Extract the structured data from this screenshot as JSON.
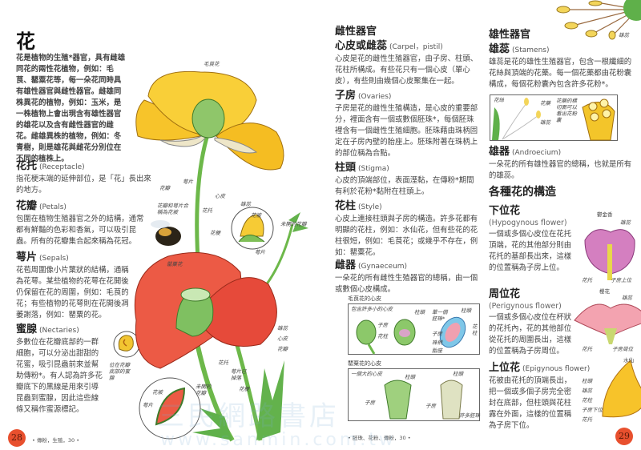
{
  "left_page": {
    "title": "花",
    "intro": "花是植物的生殖*器官，具有雌雄同花的兩性花植物，例如：毛茛、罌粟花等，每一朵花同時具有雄性器官與雌性器官。雌雄同株異花的植物，例如：玉米，是一株植物上會出現含有雄性器官的雄花以及含有雌性器官的雌花。雌雄異株的植物，例如：冬青樹，則是雄花與雌花分別位在不同的植株上。",
    "sections": [
      {
        "title": "花托",
        "en": "(Receptacle)",
        "text": "指花梗末端的延伸部位，是「花」長出來的地方。"
      },
      {
        "title": "花瓣",
        "en": "(Petals)",
        "text": "包圍在植物生殖器官之外的結構，通常都有鮮豔的色彩和香氣，可以吸引昆蟲。所有的花瓣集合起來稱為花冠。"
      },
      {
        "title": "萼片",
        "en": "(Sepals)",
        "text": "花苞周圍像小片葉狀的結構，通稱為花萼。某些植物的花萼在花開後仍保留在花的周圍，例如：毛茛的花；有些植物的花萼則在花開後凋萎謝落，例如：罌粟的花。"
      },
      {
        "title": "蜜腺",
        "en": "(Nectaries)",
        "text": "多數位在花瓣底部的一群細胞，可以分泌出甜甜的花蜜，吸引昆蟲前來並幫助傳粉*。有人認為許多花瓣底下的黑線是用來引導昆蟲到蜜腺，因此這些線條又稱作蜜源標記。"
      }
    ],
    "nectary_caption": "位在花瓣底部的蜜腺",
    "page_number": "28",
    "footnote": "• 傳粉，生殖，30 •"
  },
  "illustration": {
    "buttercup_title": "毛茛花",
    "poppy_title": "罌粟花",
    "buttercup_labels": [
      "花瓣",
      "萼片",
      "花托",
      "心皮",
      "雄蕊",
      "花瓣和萼片合稱為花被",
      "花梗",
      "花被",
      "未開的花瓣",
      "萼片"
    ],
    "poppy_labels": [
      "雄蕊",
      "心皮",
      "花瓣",
      "花托",
      "萼片已掉落",
      "花梗",
      "未開的花瓣",
      "花被",
      "萼片"
    ]
  },
  "right_page": {
    "female_title": "雌性器官",
    "female_sections": [
      {
        "title": "心皮或雌蕊",
        "en": "(Carpel，pistil)",
        "text": "心皮是花的雌性生殖器官，由子房、柱頭、花柱所構成。有些花只有一個心皮（單心皮），有些則由幾個心皮聚集在一起。"
      },
      {
        "title": "子房",
        "en": "(Ovaries)",
        "text": "子房是花的雌性生殖構造，是心皮的重要部分，裡面含有一個或數個胚珠*，每個胚珠裡含有一個雌性生殖細胞。胚珠藉由珠柄固定在子房內壁的胎座上。胚珠附著在珠柄上的部位稱為合點。"
      },
      {
        "title": "柱頭",
        "en": "(Stigma)",
        "text": "心皮的頂端部位，表面溼黏，在傳粉*期間有利於花粉*黏附在柱頭上。"
      },
      {
        "title": "花柱",
        "en": "(Style)",
        "text": "心皮上連接柱頭與子房的構造。許多花都有明顯的花柱，例如：水仙花，但有些花的花柱很短，例如：毛茛花；或幾乎不存在，例如：罌粟花。"
      },
      {
        "title": "雌器",
        "en": "(Gynaeceum)",
        "text": "一朵花的所有雌性生殖器官的總稱，由一個或數個心皮構成。"
      }
    ],
    "buttercup_carpel": {
      "title": "毛茛花的心皮",
      "subtitle": "包含許多小的心皮",
      "labels": [
        "子房",
        "花柱",
        "柱頭",
        "單一個胚珠*",
        "子房",
        "珠柄",
        "胎座",
        "柱頭",
        "花柱"
      ]
    },
    "poppy_carpel": {
      "title": "罌粟花的心皮",
      "subtitle": "一個大的心皮",
      "labels": [
        "柱頭",
        "子房",
        "柱頭",
        "子房",
        "許多胚珠"
      ]
    },
    "footnote": "• 胚珠、花粉、傳粉，30 •",
    "male_title": "雄性器官",
    "stamens": {
      "title": "雄蕊",
      "en": "(Stamens)",
      "text": "雄蕊是花的雄性生殖器官，包含一根纖細的花絲與頂端的花藥。每一個花藥都由花粉囊構成，每個花粉囊內包含許多花粉*。",
      "label": "雄蕊"
    },
    "stamen_box_labels": [
      "花絲",
      "花藥",
      "雄蕊",
      "花藥的橫切面可以看出花粉囊"
    ],
    "androecium": {
      "title": "雄器",
      "en": "(Androecium)",
      "text": "一朵花的所有雄性器官的總稱，也就是所有的雄蕊。"
    },
    "structures_title": "各種花的構造",
    "flower_types": [
      {
        "title": "下位花",
        "en": "(Hypogynous flower)",
        "text": "一個或多個心皮位在花托頂端，花的其他部分則由花托的基部長出來，這樣的位置稱為子房上位。",
        "example": "鬱金香",
        "labels": [
          "雄蕊",
          "花托",
          "子房上位"
        ]
      },
      {
        "title": "周位花",
        "en": "(Perigynous flower)",
        "text": "一個或多個心皮位在杯狀的花托內，花的其他部位從花托的周圍長出，這樣的位置稱為子房周位。",
        "example": "櫻花",
        "labels": [
          "雄蕊",
          "花托",
          "子房周位"
        ]
      },
      {
        "title": "上位花",
        "en": "(Epigynous flower)",
        "text": "花被由花托的頂端長出，把一個或多個子房完全密封在底部，但柱頭與花柱露在外面，這樣的位置稱為子房下位。",
        "example": "水仙",
        "labels": [
          "柱頭",
          "雄蕊",
          "花柱",
          "子房下位",
          "花托"
        ]
      }
    ],
    "page_number": "29"
  },
  "watermark": {
    "text": "三民網路書店",
    "url": "www.sanmin.com.tw"
  },
  "colors": {
    "page_badge": "#e8502e",
    "buttercup": "#f5c324",
    "poppy": "#e8503f",
    "stem": "#6db84a"
  }
}
